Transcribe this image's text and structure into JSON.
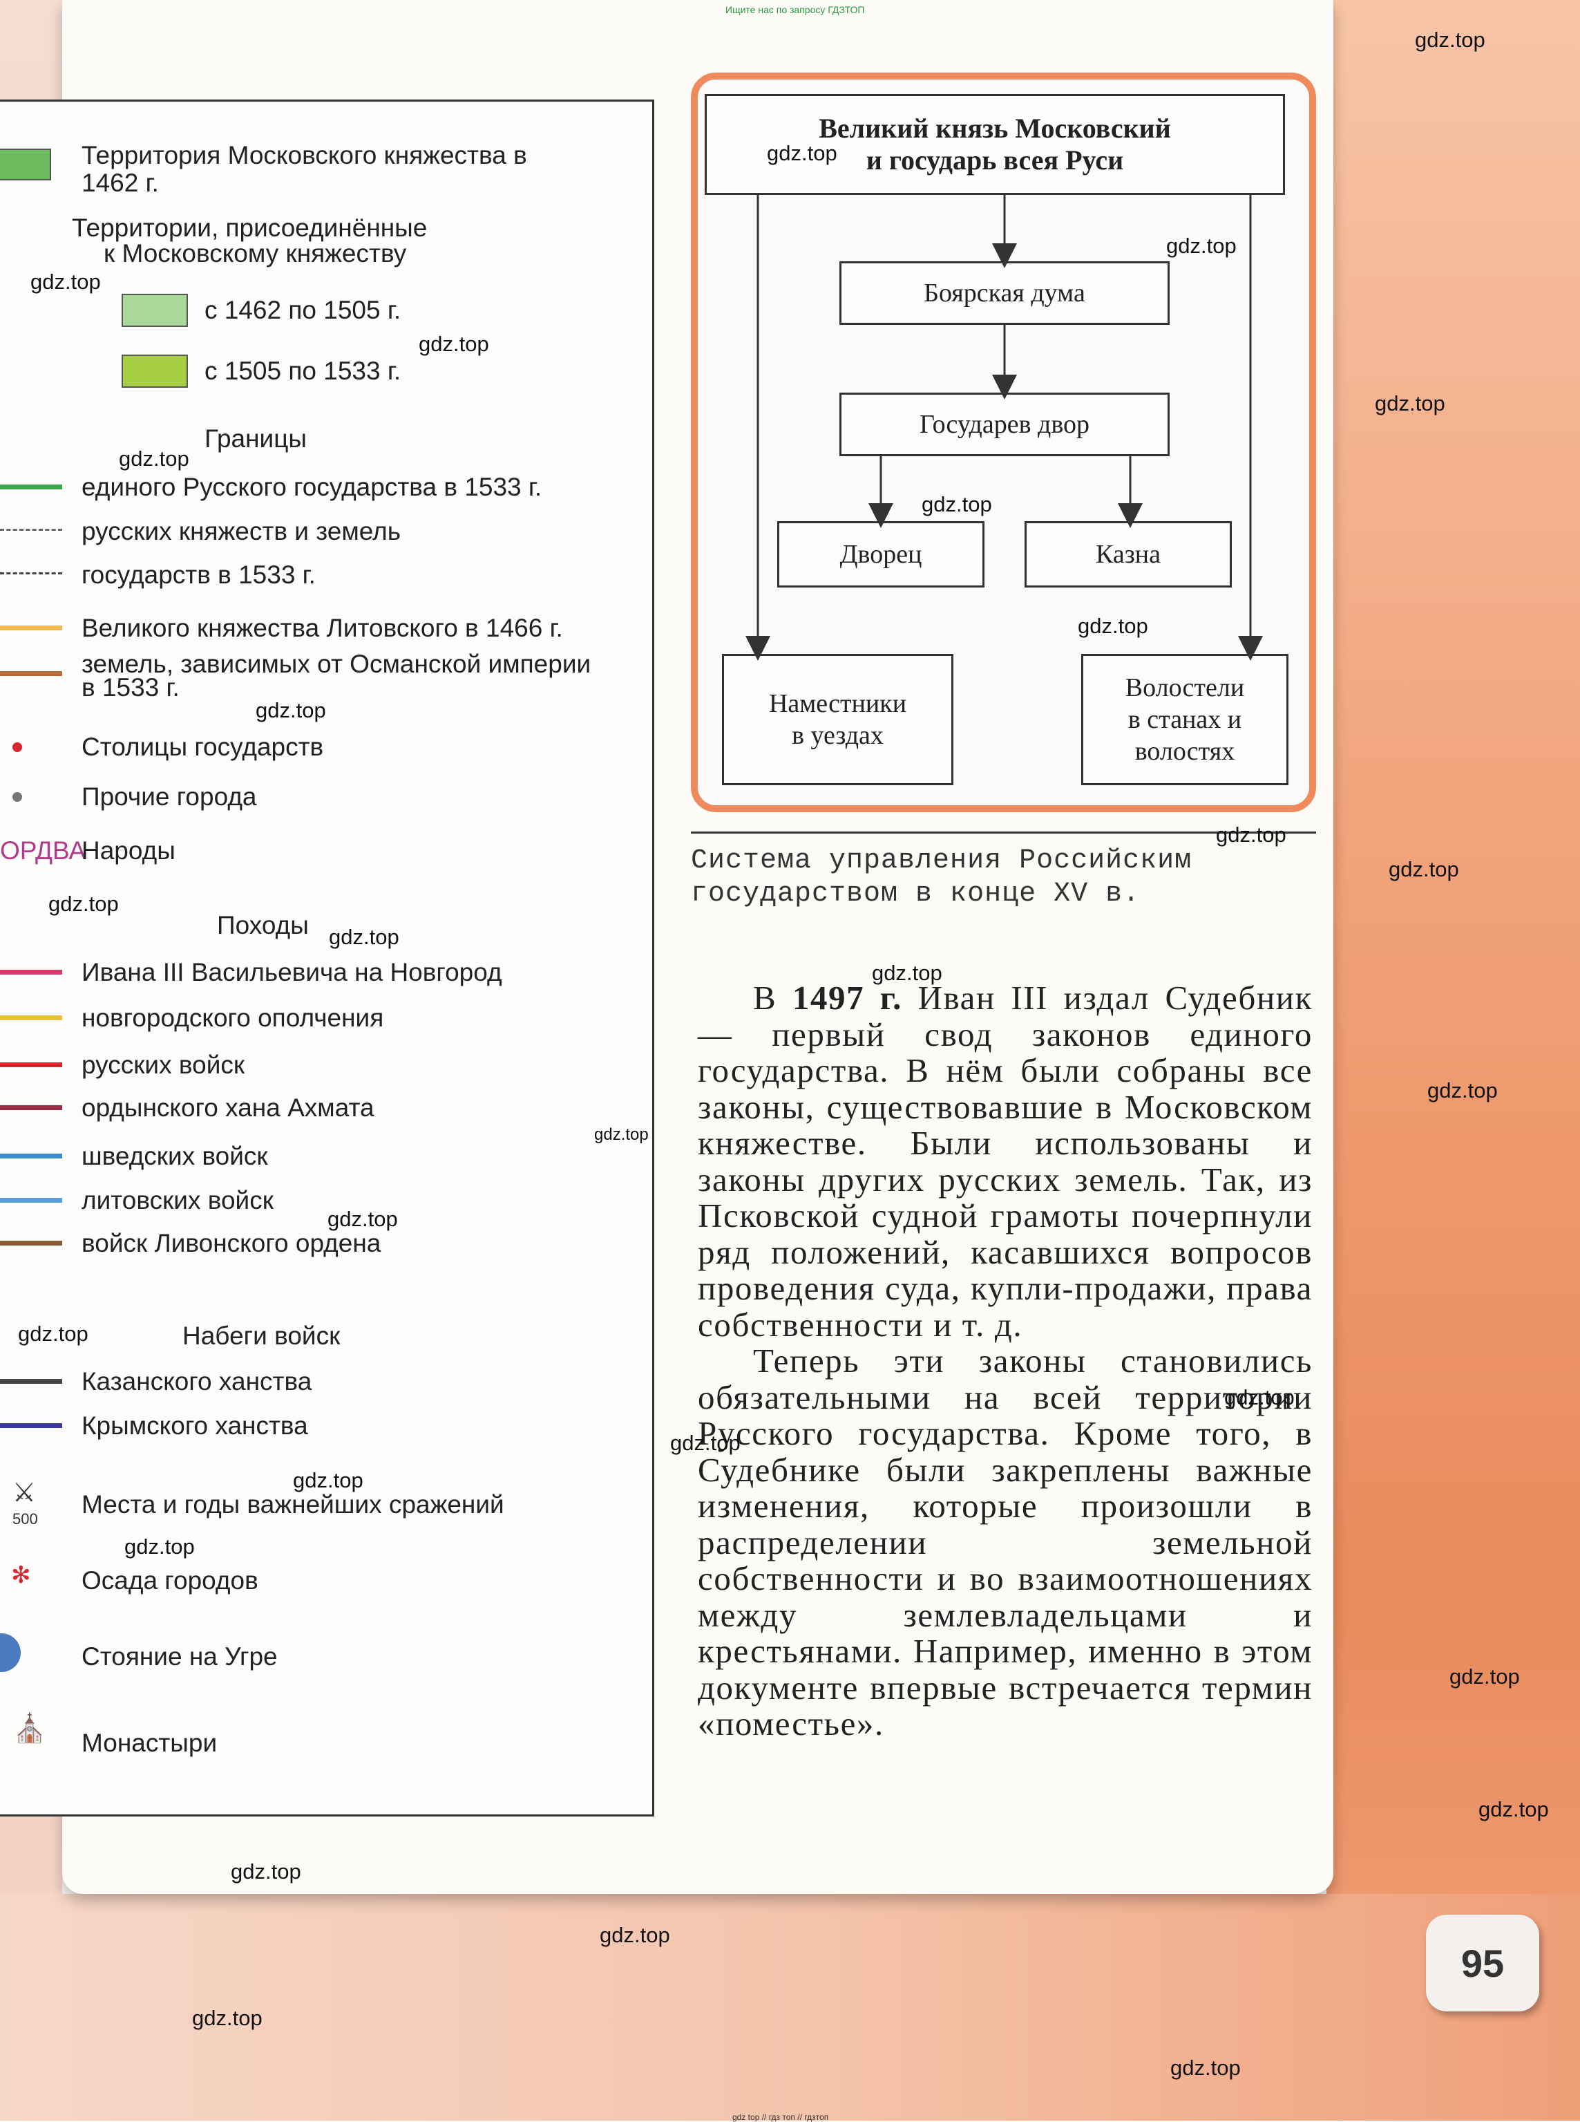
{
  "top_note": "Ищите нас по запросу ГДЗТОП",
  "bottom_note": "gdz top // гдз топ // гдзтоп",
  "legend": {
    "territory_moscow": "Территория Московского княжества в 1462 г.",
    "territories_header_1": "Территории, присоединённые",
    "territories_header_2": "к Московскому княжеству",
    "period_1": "с 1462 по 1505 г.",
    "period_2": "с 1505 по 1533 г.",
    "borders_header": "Границы",
    "border_1": "единого Русского государства в 1533 г.",
    "border_2": "русских княжеств и земель",
    "border_3": "государств в 1533 г.",
    "border_4": "Великого княжества Литовского в 1466 г.",
    "border_5_1": "земель, зависимых от Османской империи",
    "border_5_2": "в 1533 г.",
    "capitals": "Столицы государств",
    "other_cities": "Прочие города",
    "peoples_sample": "ОРДВА",
    "peoples": "Народы",
    "campaigns_header": "Походы",
    "campaign_1": "Ивана III Васильевича на Новгород",
    "campaign_2": "новгородского ополчения",
    "campaign_3": "русских войск",
    "campaign_4": "ордынского хана Ахмата",
    "campaign_5": "шведских войск",
    "campaign_6": "литовских войск",
    "campaign_7": "войск Ливонского ордена",
    "raids_header": "Набеги войск",
    "raid_1": "Казанского ханства",
    "raid_2": "Крымского ханства",
    "battle_year_sample": "500",
    "battles": "Места и годы важнейших сражений",
    "sieges": "Осада городов",
    "ugra": "Стояние на Угре",
    "monasteries": "Монастыри"
  },
  "diagram": {
    "top_line_1": "Великий князь Московский",
    "top_line_2": "и государь всея Руси",
    "boyar_duma": "Боярская дума",
    "sovereign_court": "Государев двор",
    "palace": "Дворец",
    "treasury": "Казна",
    "namestniki_1": "Наместники",
    "namestniki_2": "в уездах",
    "volosteli_1": "Волостели",
    "volosteli_2": "в станах и",
    "volosteli_3": "волостях"
  },
  "caption": {
    "line_1": "Система управления Российским",
    "line_2": "государством в конце XV в."
  },
  "body": {
    "p1_pre": "В ",
    "p1_year": "1497 г.",
    "p1_post": " Иван III издал Судебник — первый свод законов единого государства. В нём были собраны все законы, существовавшие в Московском княжестве. Были использованы и законы других русских земель. Так, из Псковской судной грамоты почерпнули ряд положений, касавшихся вопросов проведения суда, купли-продажи, права собственности и т. д.",
    "p2": "Теперь эти законы становились обязательными на всей территории Русского государства. Кроме того, в Судебнике были закреплены важные изменения, которые произошли в распределении земельной собственности и во взаимоотношениях между землевладельцами и крестьянами. Например, именно в этом документе впервые встречается термин «поместье»."
  },
  "page_number": "95",
  "watermark": "gdz.top",
  "colors": {
    "accent_frame": "#ef8a5f",
    "moscow_territory": "#6dbb5f",
    "period_1505": "#a9d99a",
    "period_1533": "#a6cf44",
    "border_1533": "#3aa64a",
    "lithuania_border": "#f2b84e",
    "ottoman_border": "#b86c3c",
    "capital_dot": "#d9262c",
    "city_dot": "#777777",
    "campaign_ivan": "#d93a6c",
    "campaign_novgorod": "#e9c23a",
    "campaign_russian": "#d9262c",
    "campaign_akhmat": "#9a2e44",
    "campaign_swedish": "#3a8ad0",
    "campaign_lithuanian": "#5aa0e0",
    "campaign_livonian": "#8a5a32",
    "raid_kazan": "#444444",
    "raid_crimea": "#3a3aa0"
  }
}
